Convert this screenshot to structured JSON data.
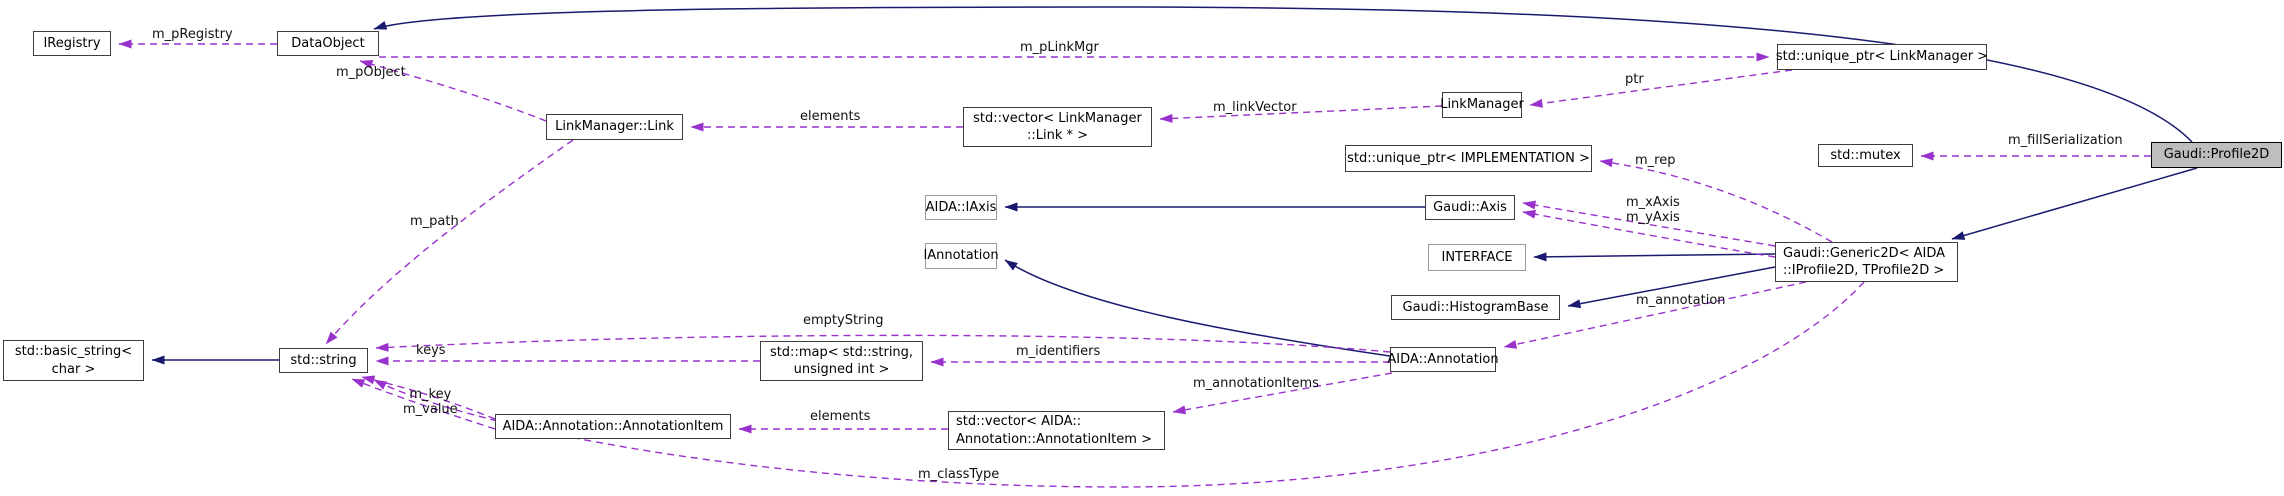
{
  "diagram": {
    "type": "collaboration-graph",
    "colors": {
      "inheritance_edge": "#1a1a70",
      "usage_edge": "#9932cc",
      "highlight_node_bg": "#bebebe",
      "node_border": "#3d3d3d",
      "external_node_border": "#9a9a9a"
    },
    "nodes": [
      {
        "id": "iregistry",
        "lines": [
          "IRegistry"
        ]
      },
      {
        "id": "dataobject",
        "lines": [
          "DataObject"
        ]
      },
      {
        "id": "linkmanager-link",
        "lines": [
          "LinkManager::Link"
        ]
      },
      {
        "id": "vector-linkmanager-link",
        "lines": [
          "std::vector< LinkManager",
          "::Link * >"
        ]
      },
      {
        "id": "linkmanager",
        "lines": [
          "LinkManager"
        ]
      },
      {
        "id": "unique-ptr-linkmanager",
        "lines": [
          "std::unique_ptr< LinkManager >"
        ]
      },
      {
        "id": "unique-ptr-implementation",
        "lines": [
          "std::unique_ptr< IMPLEMENTATION >"
        ]
      },
      {
        "id": "std-mutex",
        "lines": [
          "std::mutex"
        ]
      },
      {
        "id": "gaudi-profile2d",
        "lines": [
          "Gaudi::Profile2D"
        ]
      },
      {
        "id": "aida-iaxis",
        "lines": [
          "AIDA::IAxis"
        ]
      },
      {
        "id": "gaudi-axis",
        "lines": [
          "Gaudi::Axis"
        ]
      },
      {
        "id": "iannotation",
        "lines": [
          "IAnnotation"
        ]
      },
      {
        "id": "interface",
        "lines": [
          "INTERFACE"
        ]
      },
      {
        "id": "gaudi-histogrambase",
        "lines": [
          "Gaudi::HistogramBase"
        ]
      },
      {
        "id": "gaudi-generic2d",
        "lines": [
          "Gaudi::Generic2D< AIDA",
          "::IProfile2D, TProfile2D >"
        ]
      },
      {
        "id": "aida-annotation",
        "lines": [
          "AIDA::Annotation"
        ]
      },
      {
        "id": "std-basic-string",
        "lines": [
          "std::basic_string<",
          "char >"
        ]
      },
      {
        "id": "std-string",
        "lines": [
          "std::string"
        ]
      },
      {
        "id": "std-map",
        "lines": [
          "std::map< std::string,",
          "unsigned int >"
        ]
      },
      {
        "id": "aida-annotation-annotationitem",
        "lines": [
          "AIDA::Annotation::AnnotationItem"
        ]
      },
      {
        "id": "vector-annotationitem",
        "lines": [
          "std::vector< AIDA::",
          "Annotation::AnnotationItem >"
        ]
      }
    ],
    "edge_labels": [
      {
        "id": "m-pregistry",
        "lines": [
          "m_pRegistry"
        ]
      },
      {
        "id": "m-plinkmgr",
        "lines": [
          "m_pLinkMgr"
        ]
      },
      {
        "id": "m-pobject",
        "lines": [
          "m_pObject"
        ]
      },
      {
        "id": "elements-top",
        "lines": [
          "elements"
        ]
      },
      {
        "id": "m-linkvector",
        "lines": [
          "m_linkVector"
        ]
      },
      {
        "id": "ptr",
        "lines": [
          "ptr"
        ]
      },
      {
        "id": "m-fillserialization",
        "lines": [
          "m_fillSerialization"
        ]
      },
      {
        "id": "m-rep",
        "lines": [
          "m_rep"
        ]
      },
      {
        "id": "m-xaxis-m-yaxis",
        "lines": [
          "m_xAxis",
          "m_yAxis"
        ]
      },
      {
        "id": "m-annotation",
        "lines": [
          "m_annotation"
        ]
      },
      {
        "id": "m-path",
        "lines": [
          "m_path"
        ]
      },
      {
        "id": "emptystring",
        "lines": [
          "emptyString"
        ]
      },
      {
        "id": "keys",
        "lines": [
          "keys"
        ]
      },
      {
        "id": "m-identifiers",
        "lines": [
          "m_identifiers"
        ]
      },
      {
        "id": "m-annotationitems",
        "lines": [
          "m_annotationItems"
        ]
      },
      {
        "id": "elements-bottom",
        "lines": [
          "elements"
        ]
      },
      {
        "id": "m-key-m-value",
        "lines": [
          "m_key",
          "m_value"
        ]
      },
      {
        "id": "m-classtype",
        "lines": [
          "m_classType"
        ]
      }
    ]
  }
}
